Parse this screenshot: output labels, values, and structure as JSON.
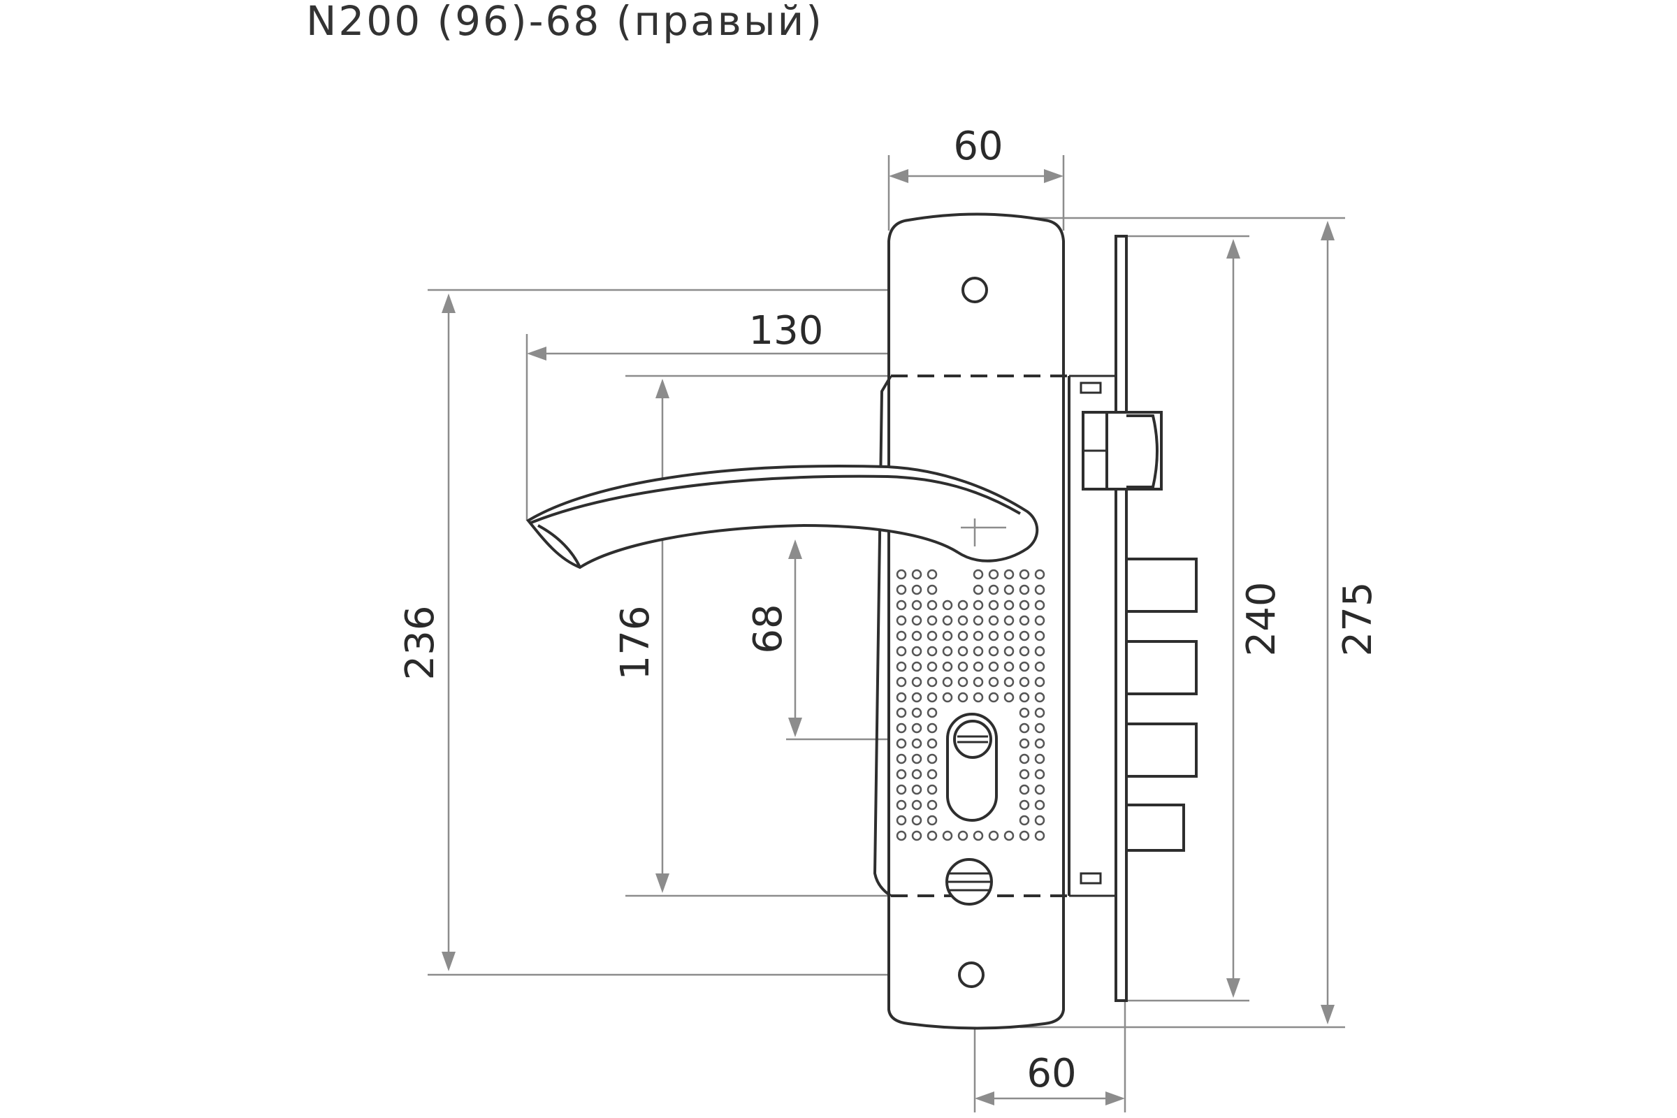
{
  "title": "N200 (96)-68 (правый)",
  "dimensions": {
    "handle_plate_width": "60",
    "handle_length": "130",
    "screw_spacing": "236",
    "plate_interval": "176",
    "handle_to_cylinder": "68",
    "backset": "60",
    "faceplate_height": "240",
    "overall_height": "275"
  }
}
